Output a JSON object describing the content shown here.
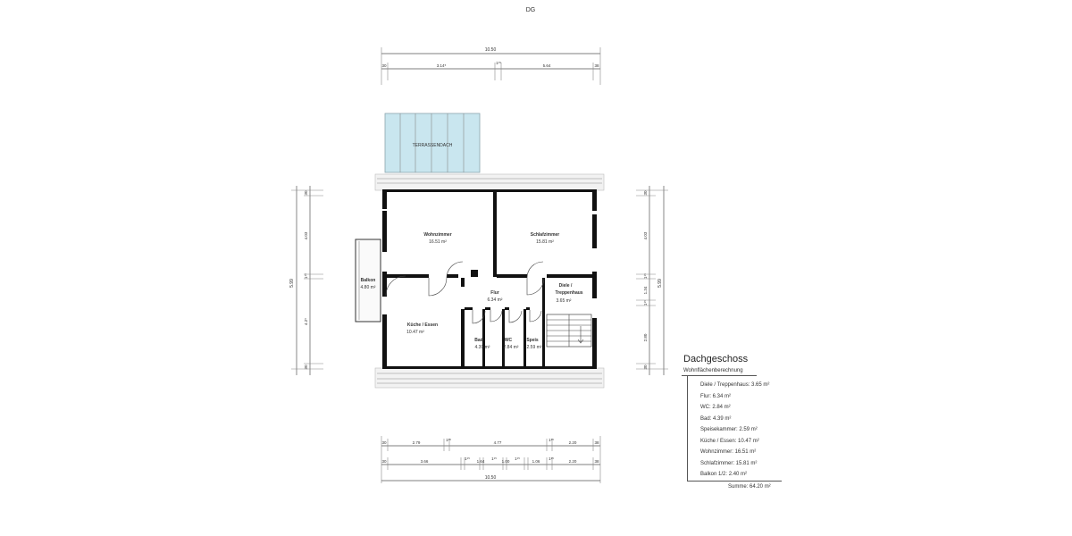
{
  "sheet": {
    "title": "DG"
  },
  "plan": {
    "rooms": {
      "wohnzimmer": {
        "name": "Wohnzimmer",
        "area": "16.51 m²"
      },
      "schlafzimmer": {
        "name": "Schlafzimmer",
        "area": "15.81 m²"
      },
      "flur": {
        "name": "Flur",
        "area": "6.34 m²"
      },
      "diele": {
        "name": "Diele /",
        "name2": "Treppenhaus",
        "area": "3.65 m²"
      },
      "kueche": {
        "name": "Küche / Essen",
        "area": "10.47 m²"
      },
      "bad": {
        "name": "Bad",
        "area": "4.39 m²"
      },
      "wc": {
        "name": "WC",
        "area": "2.84 m²"
      },
      "speis": {
        "name": "Speis",
        "area": "2.59 m²"
      },
      "balkon": {
        "name": "Balkon",
        "area": "4.80 m²"
      },
      "terrassendach": {
        "name": "TERRASSENDACH"
      }
    },
    "dims_top": {
      "total": "10.50",
      "row": [
        "30",
        "3.14⁵",
        "1¹⁵",
        "5.64",
        "38"
      ]
    },
    "dims_bottom": {
      "row1": [
        "30",
        "2.79",
        "1¹⁵",
        "4.77",
        "1¹⁵",
        "2.20",
        "38"
      ],
      "row2": [
        "30",
        "3.66",
        "1¹⁵",
        "1.64",
        "1¹⁵",
        "1.00",
        "1¹⁵",
        "1.06",
        "1¹⁵",
        "2.20",
        "38"
      ],
      "total": "10.50"
    },
    "dims_left": {
      "total": "5.99",
      "row": [
        "30",
        "4.03",
        "1¹⁵",
        "4.2⁵",
        "30"
      ]
    },
    "dims_right": {
      "total": "5.99",
      "row": [
        "30",
        "4.03",
        "1¹⁵",
        "1.34",
        "1¹⁵",
        "2.80",
        "30"
      ]
    }
  },
  "area_table": {
    "heading": "Dachgeschoss",
    "subheading": "Wohnflächenberechnung",
    "items": [
      "Diele / Treppenhaus: 3.65 m²",
      "Flur: 6.34 m²",
      "WC: 2.84 m²",
      "Bad: 4.39 m²",
      "Speisekammer: 2.59 m²",
      "Küche / Essen: 10.47 m²",
      "Wohnzimmer: 16.51 m²",
      "Schlafzimmer: 15.81 m²",
      "Balkon 1/2: 2.40 m²"
    ],
    "sum": "Summe: 64.20 m²"
  }
}
